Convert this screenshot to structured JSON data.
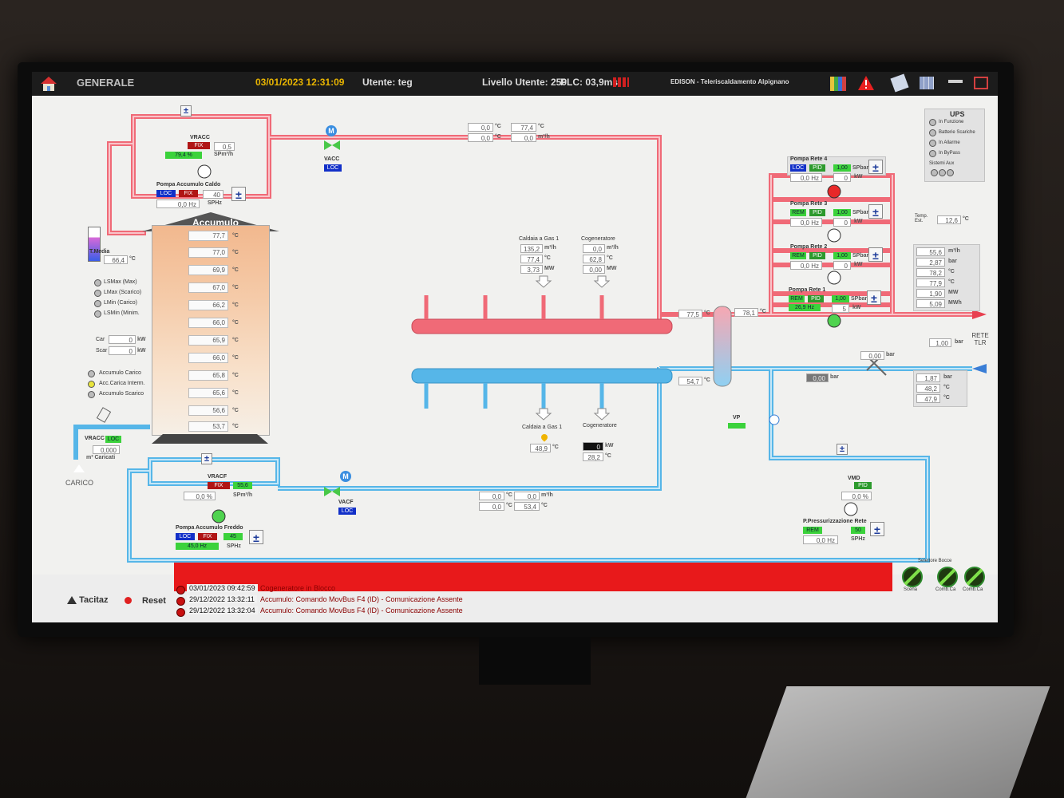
{
  "header": {
    "title": "GENERALE",
    "datetime": "03/01/2023 12:31:09",
    "user": "Utente: teg",
    "level": "Livello Utente: 250",
    "plc": "PLC: 03,9ms",
    "plant": "EDISON - Teleriscaldamento Alpignano"
  },
  "colors": {
    "hot": "#f06a77",
    "cold": "#56b6e8",
    "alarm": "#e8191b",
    "loc": "#1230c8",
    "fix": "#b01515",
    "ok": "#3bd23b"
  },
  "vracc": {
    "name": "VRACC",
    "fix": "FIX",
    "value": "0,5",
    "pct": "79,4 %",
    "unit": "SPm³/h"
  },
  "vacc": {
    "name": "VACC",
    "loc": "LOC",
    "m": "M"
  },
  "pompa_caldo": {
    "name": "Pompa Accumulo Caldo",
    "loc": "LOC",
    "fix": "FIX",
    "sp": "40",
    "hz": "0,0 Hz",
    "unit": "SPHz"
  },
  "top_readings": {
    "t1": "0,0",
    "t2": "0,0",
    "t3": "77,4",
    "f1": "0,0",
    "u_c": "°C",
    "u_flow": "m³/h"
  },
  "accumulo": {
    "title": "Accumulo",
    "temps": [
      "77,7",
      "77,0",
      "69,9",
      "67,0",
      "66,2",
      "66,0",
      "65,9",
      "66,0",
      "65,8",
      "65,6",
      "56,6",
      "53,7"
    ],
    "unit": "°C",
    "t_media_label": "T.Media",
    "t_media": "66,4"
  },
  "levels": [
    "LSMax (Max)",
    "LMax (Scarico)",
    "LMin (Carico)",
    "LSMin (Minim."
  ],
  "carico_scarico": [
    {
      "label": "Car",
      "value": "0",
      "unit": "kW"
    },
    {
      "label": "Scar",
      "value": "0",
      "unit": "kW"
    }
  ],
  "modes": [
    "Accumulo Carico",
    "Acc.Carica Interm.",
    "Accumulo Scarico"
  ],
  "vracc_cold": {
    "name": "VRACC",
    "state": "LOC",
    "value": "0,000",
    "unit": "m³ Caricati"
  },
  "carico_label": "CARICO",
  "caldaia_gas_top": {
    "title": "Caldaia a Gas 1",
    "flow": "135,2",
    "temp": "77,4",
    "power": "3,73",
    "u_flow": "m³/h",
    "u_c": "°C",
    "u_mw": "MW"
  },
  "cogeneratore_top": {
    "title": "Cogeneratore",
    "flow": "0,0",
    "temp": "62,8",
    "power": "0,00",
    "u_flow": "m³/h",
    "u_c": "°C",
    "u_mw": "MW"
  },
  "caldaia_gas_bottom": {
    "title": "Caldaia a Gas 1",
    "temp": "48,9",
    "unit": "°C"
  },
  "cogeneratore_bottom": {
    "title": "Cogeneratore",
    "kw": "0",
    "temp": "28,2",
    "u_kw": "kW",
    "u_c": "°C"
  },
  "mid_readings": {
    "hot_in": "77,5",
    "hot_out": "78,1",
    "cold_in": "54,7",
    "u_c": "°C"
  },
  "vracf": {
    "name": "VRACF",
    "fix": "FIX",
    "value": "55,6",
    "pct": "0,0 %",
    "unit": "SPm³/h"
  },
  "vacf": {
    "name": "VACF",
    "loc": "LOC",
    "m": "M"
  },
  "pompa_freddo": {
    "name": "Pompa Accumulo Freddo",
    "loc": "LOC",
    "fix": "FIX",
    "sp": "45",
    "hz": "45,0 Hz",
    "unit": "SPHz"
  },
  "bottom_readings": {
    "t1": "0,0",
    "t2": "0,0",
    "f1": "0,0",
    "f2": "53,4",
    "u_c": "°C",
    "u_flow": "m³/h"
  },
  "pumps": [
    {
      "name": "Pompa Rete 4",
      "mode": "LOC",
      "pid": "PID",
      "sp": "1,00",
      "unit": "SPbar",
      "hz": "0,0 Hz",
      "kw": "0",
      "u_kw": "kW"
    },
    {
      "name": "Pompa Rete 3",
      "mode": "REM",
      "pid": "PID",
      "sp": "1,00",
      "unit": "SPbar",
      "hz": "0,0 Hz",
      "kw": "0",
      "u_kw": "kW"
    },
    {
      "name": "Pompa Rete 2",
      "mode": "REM",
      "pid": "PID",
      "sp": "1,00",
      "unit": "SPbar",
      "hz": "0,0 Hz",
      "kw": "0",
      "u_kw": "kW"
    },
    {
      "name": "Pompa Rete 1",
      "mode": "REM",
      "pid": "PID",
      "sp": "1,00",
      "unit": "SPbar",
      "hz": "26,9 Hz",
      "kw": "5",
      "u_kw": "kW"
    }
  ],
  "ups": {
    "title": "UPS",
    "items": [
      "In Funzione",
      "Batterie Scariche",
      "In Allarme",
      "In ByPass"
    ],
    "aux": "Sistemi Aux"
  },
  "ext": {
    "label": "Temp. Est.",
    "value": "12,6",
    "unit": "°C"
  },
  "rete_readings": [
    {
      "v": "55,6",
      "u": "m³/h"
    },
    {
      "v": "2,87",
      "u": "bar"
    },
    {
      "v": "78,2",
      "u": "°C"
    },
    {
      "v": "77,9",
      "u": "°C"
    },
    {
      "v": "1,90",
      "u": "MW"
    },
    {
      "v": "5,09",
      "u": "MWh"
    }
  ],
  "rete_label": "RETE TLR",
  "dp": {
    "v": "1,00",
    "u": "bar"
  },
  "p_zero": {
    "v": "0,00",
    "u": "bar"
  },
  "p_low": {
    "v": "0,00",
    "u": "bar"
  },
  "return_readings": [
    {
      "v": "1,87",
      "u": "bar"
    },
    {
      "v": "48,2",
      "u": "°C"
    },
    {
      "v": "47,9",
      "u": "°C"
    }
  ],
  "vp": "VP",
  "vmd": {
    "name": "VMD",
    "pid": "PID",
    "pct": "0,0 %"
  },
  "pressurizzazione": {
    "name": "P.Pressurizzazione Rete",
    "mode": "REM",
    "sp": "50",
    "hz": "0,0 Hz",
    "unit": "SPHz"
  },
  "footer": {
    "logo": "Tacitaz",
    "reset": "Reset",
    "alarms": [
      {
        "time": "03/01/2023 09:42:59",
        "msg": "Cogeneratore in Blocco"
      },
      {
        "time": "29/12/2022 13:32:11",
        "msg": "Accumulo: Comando MovBus F4 (ID) - Comunicazione Assente"
      },
      {
        "time": "29/12/2022 13:32:04",
        "msg": "Accumulo: Comando MovBus F4 (ID) - Comunicazione Assente"
      }
    ],
    "selector_title": "Selettore Bocce",
    "selectors": [
      "Scena",
      "Comb.Ca",
      "Comb.Ca"
    ]
  }
}
